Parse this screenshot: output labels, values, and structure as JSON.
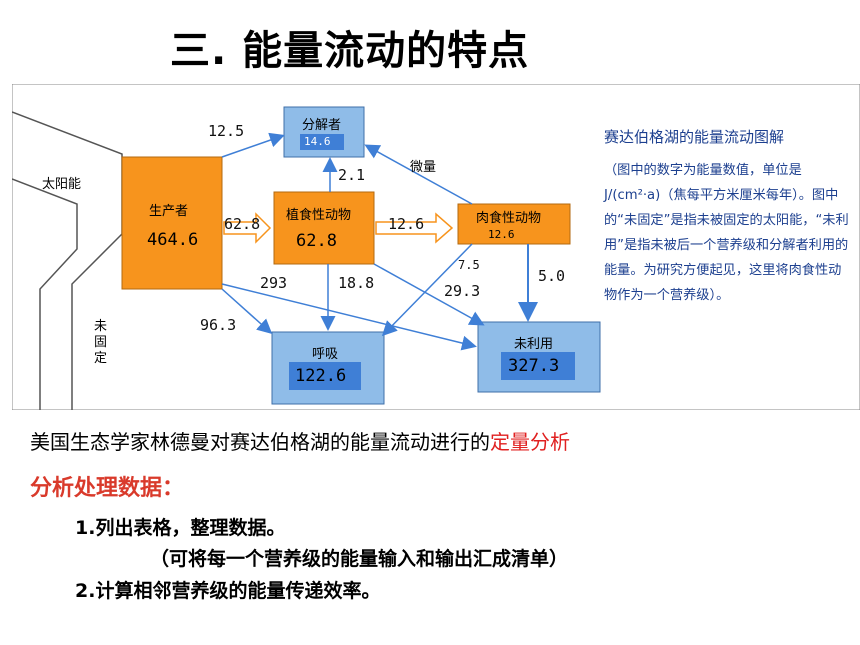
{
  "title": "三. 能量流动的特点",
  "diagram": {
    "sun_label": "太阳能",
    "unfixed_label": "未固定",
    "micro_label": "微量",
    "nodes": {
      "producer": {
        "label": "生产者",
        "value": "464.6"
      },
      "herbivore": {
        "label": "植食性动物",
        "value": "62.8"
      },
      "carnivore": {
        "label": "肉食性动物",
        "value": "12.6"
      },
      "decomposer": {
        "label": "分解者",
        "value": "14.6"
      },
      "respiration": {
        "label": "呼吸",
        "value": "122.6"
      },
      "unused": {
        "label": "未利用",
        "value": "327.3"
      }
    },
    "flows": {
      "producer_to_decomposer": "12.5",
      "herbivore_to_decomposer": "2.1",
      "producer_to_herbivore": "62.8",
      "herbivore_to_carnivore": "12.6",
      "producer_to_respiration": "96.3",
      "producer_to_unused": "293",
      "herbivore_to_respiration": "18.8",
      "carnivore_to_respiration": "7.5",
      "herbivore_to_unused": "29.3",
      "carnivore_to_unused": "5.0"
    },
    "side_title": "赛达伯格湖的能量流动图解",
    "side_desc": "（图中的数字为能量数值，单位是 J/(cm²·a)（焦每平方米厘米每年）。图中的“未固定”是指未被固定的太阳能，“未利用”是指未被后一个营养级和分解者利用的能量。为研究方便起见，这里将肉食性动物作为一个营养级）。"
  },
  "intro": {
    "prefix": "美国生态学家林德曼对赛达伯格湖的能量流动进行的",
    "highlight": "定量分析"
  },
  "subtitle": "分析处理数据：",
  "steps": {
    "s1": "1.列出表格，整理数据。",
    "s1_note": "（可将每一个营养级的能量输入和输出汇成清单）",
    "s2": "2.计算相邻营养级的能量传递效率。"
  },
  "colors": {
    "orange": "#f7941d",
    "blue": "#5b9bd5",
    "arrow": "#3f7fd6",
    "red": "#e02020"
  }
}
